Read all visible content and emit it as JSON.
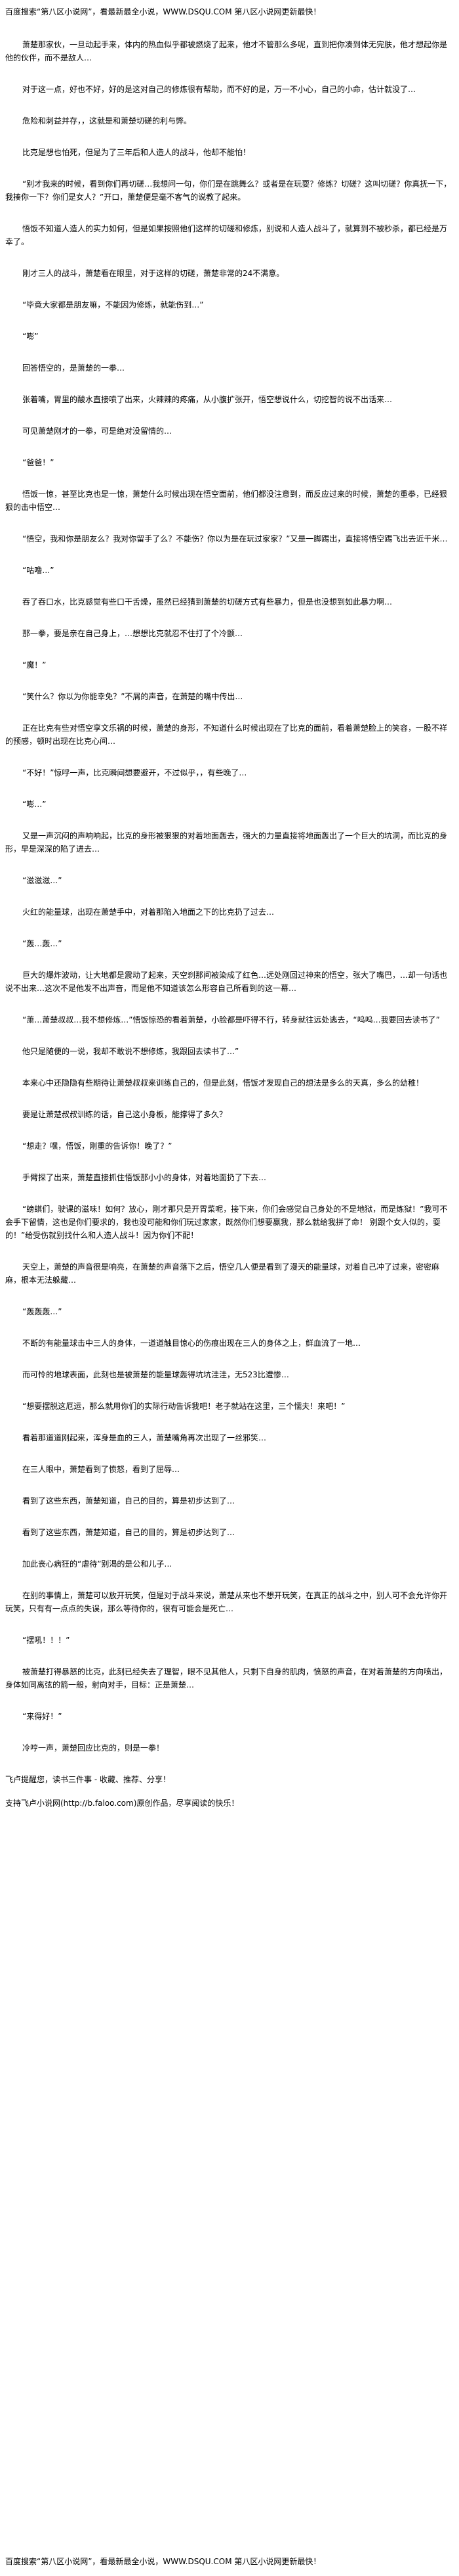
{
  "header": {
    "banner": "百度搜索“第八区小说网”，看最新最全小说，WWW.DSQU.COM  第八区小说网更新最快！"
  },
  "chapter": {
    "paragraphs": [
      "萧楚那家伙，一旦动起手来，体内的热血似乎都被燃烧了起来，他才不管那么多呢，直到把你凑到体无完肤，他才想起你是他的伙伴，而不是敌人…",
      "对于这一点，好也不好，好的是这对自己的修炼很有帮助，而不好的是，万一不小心，自己的小命，估计就没了…",
      "危险和刺益并存，，这就是和萧楚切磋的利与弊。",
      "比克是想也怕死，但是为了三年后和人造人的战斗，他却不能怕！",
      "“别才我来的时候，看到你们再切磋…我想问一句，你们是在跳舞么？或者是在玩耍？修炼？切磋？这叫切磋？你真抚一下，我揍你一下？你们是女人？”开口，萧楚便是毫不客气的说教了起来。",
      "悟饭不知道人造人的实力如何，但是如果按照他们这样的切磋和修炼，别说和人造人战斗了，就算到不被秒杀，都已经是万幸了。",
      "刚才三人的战斗，萧楚看在眼里，对于这样的切磋，萧楚非常的24不满意。",
      "“毕竟大家都是朋友嘛，不能因为修炼，就能伤到…”",
      "“嘭”",
      "回答悟空的，是萧楚的一拳…",
      "张着嘴，胃里的酸水直接喷了出来，火辣辣的疼痛，从小腹扩张开，悟空想说什么，切挖智的说不出话来…",
      "可见萧楚刚才的一拳，可是绝对没留情的…",
      "“爸爸！”",
      "悟饭一惊，甚至比克也是一惊，萧楚什么时候出现在悟空面前，他们都没注意到，而反应过来的时候，萧楚的重拳，已经狠狠的击中悟空…",
      "“悟空，我和你是朋友么？我对你留手了么？不能伤？你以为是在玩过家家？”又是一脚踢出，直接将悟空踢飞出去近千米…",
      "“咕噜…”",
      "吞了吞口水，比克感觉有些口干舌燥，虽然已经猜到萧楚的切磋方式有些暴力，但是也没想到如此暴力啊…",
      "那一拳，要是亲在自己身上，…想想比克就忍不住打了个冷颤…",
      "“魔！”",
      "“笑什么？你以为你能幸免？”不屑的声音，在萧楚的嘴中传出…",
      "正在比克有些对悟空享文乐祸的时候，萧楚的身形，不知道什么时候出现在了比克的面前，看着萧楚脸上的笑容，一股不祥的预感，顿时出现在比克心间…",
      "“不好！”惊呼一声，比克瞬间想要避开，不过似乎，，有些晚了…",
      "“嘭…”",
      "又是一声沉闷的声响响起，比克的身形被狠狠的对着地面轰去，强大的力量直接将地面轰出了一个巨大的坑洞，而比克的身形，早是深深的陷了进去…",
      "“滋滋滋…”",
      "火红的能量球，出现在萧楚手中，对着那陷入地面之下的比克扔了过去…",
      "“轰…轰…”",
      "巨大的爆炸波动，让大地都是震动了起来，天空刹那间被染成了红色…远处刚回过神来的悟空，张大了嘴巴，…却一句话也说不出来…这次不是他发不出声音，而是他不知道该怎么形容自己所看到的这一幕…",
      "“萧…萧楚叔叔…我不想修炼…”悟饭惊恐的看着萧楚，小脸都是吓得不行，转身就往远处逃去，“呜呜…我要回去读书了”",
      "他只是随便的一说，我却不敢说不想修炼，我跟回去读书了…”",
      "本来心中还隐隐有些期待让萧楚叔叔来训练自己的，但是此刻，悟饭才发现自己的想法是多么的天真，多么的幼稚！",
      "要是让萧楚叔叔训练的话，自己这小身板，能撑得了多久？",
      "“想走？嘿，悟饭，刚重的告诉你！晚了？”",
      "手臂探了出来，萧楚直接抓住悟饭那小小的身体，对着地面扔了下去…",
      "“螃蜞们，驶课的滋味！如何？放心，刚才那只是开胃菜呢，接下来，你们会感觉自己身处的不是地狱，而是炼狱！”我可不会手下留情，这也是你们要求的，我也没可能和你们玩过家家，既然你们想要赢我，那么就给我拼了命！ 别跟个女人似的，耍的！”给受伤就别找什么和人造人战斗！因为你们不配！",
      "天空上，萧楚的声音很是响亮，在萧楚的声音落下之后，悟空几人便是看到了漫天的能量球，对着自己冲了过来，密密麻麻，根本无法躲藏…",
      "“轰轰轰…”",
      "不断的有能量球击中三人的身体，一道道触目惊心的伤痕出现在三人的身体之上，鲜血流了一地…",
      "而可怜的地球表面，此刻也是被萧楚的能量球轰得坑坑洼洼，无523比遭惨…",
      "“想要摆脱这厄运，那么就用你们的实际行动告诉我吧！老子就站在这里，三个懦夫！来吧！”",
      "看着那道道刚起来，浑身是血的三人，萧楚嘴角再次出现了一丝邪笑…",
      "在三人眼中，萧楚看到了愤怒，看到了屈辱…",
      "看到了这些东西，萧楚知道，自己的目的，算是初步达到了…",
      "看到了这些东西，萧楚知道，自己的目的，算是初步达到了…",
      "加此丧心病狂的“虐待”别渴的是公和儿子…",
      "在别的事情上，萧楚可以放开玩笑，但是对于战斗来说，萧楚从来也不想开玩笑，在真正的战斗之中，别人可不会允许你开玩笑，只有有一点点的失误，那么等待你的，很有可能会是死亡…",
      "“摆吼！！！”",
      "被萧楚打得暴怒的比克，此刻已经失去了理智，眼不见其他人，只剩下自身的肌肉，愤怒的声音，在对着萧楚的方向喷出，身体如同离弦的箭一般，射向对手，目标：正是萧楚…",
      "“来得好！”",
      "冷哼一声，萧楚回应比克的，则是一拳！"
    ],
    "footer_lines": [
      "飞卢提醒您，读书三件事 - 收藏、推荐、分享！",
      "支持飞卢小说网(http://b.faloo.com)原创作品，尽享阅读的快乐！"
    ]
  },
  "footer": {
    "banner": "百度搜索“第八区小说网”，看最新最全小说，WWW.DSQU.COM  第八区小说网更新最快！"
  }
}
